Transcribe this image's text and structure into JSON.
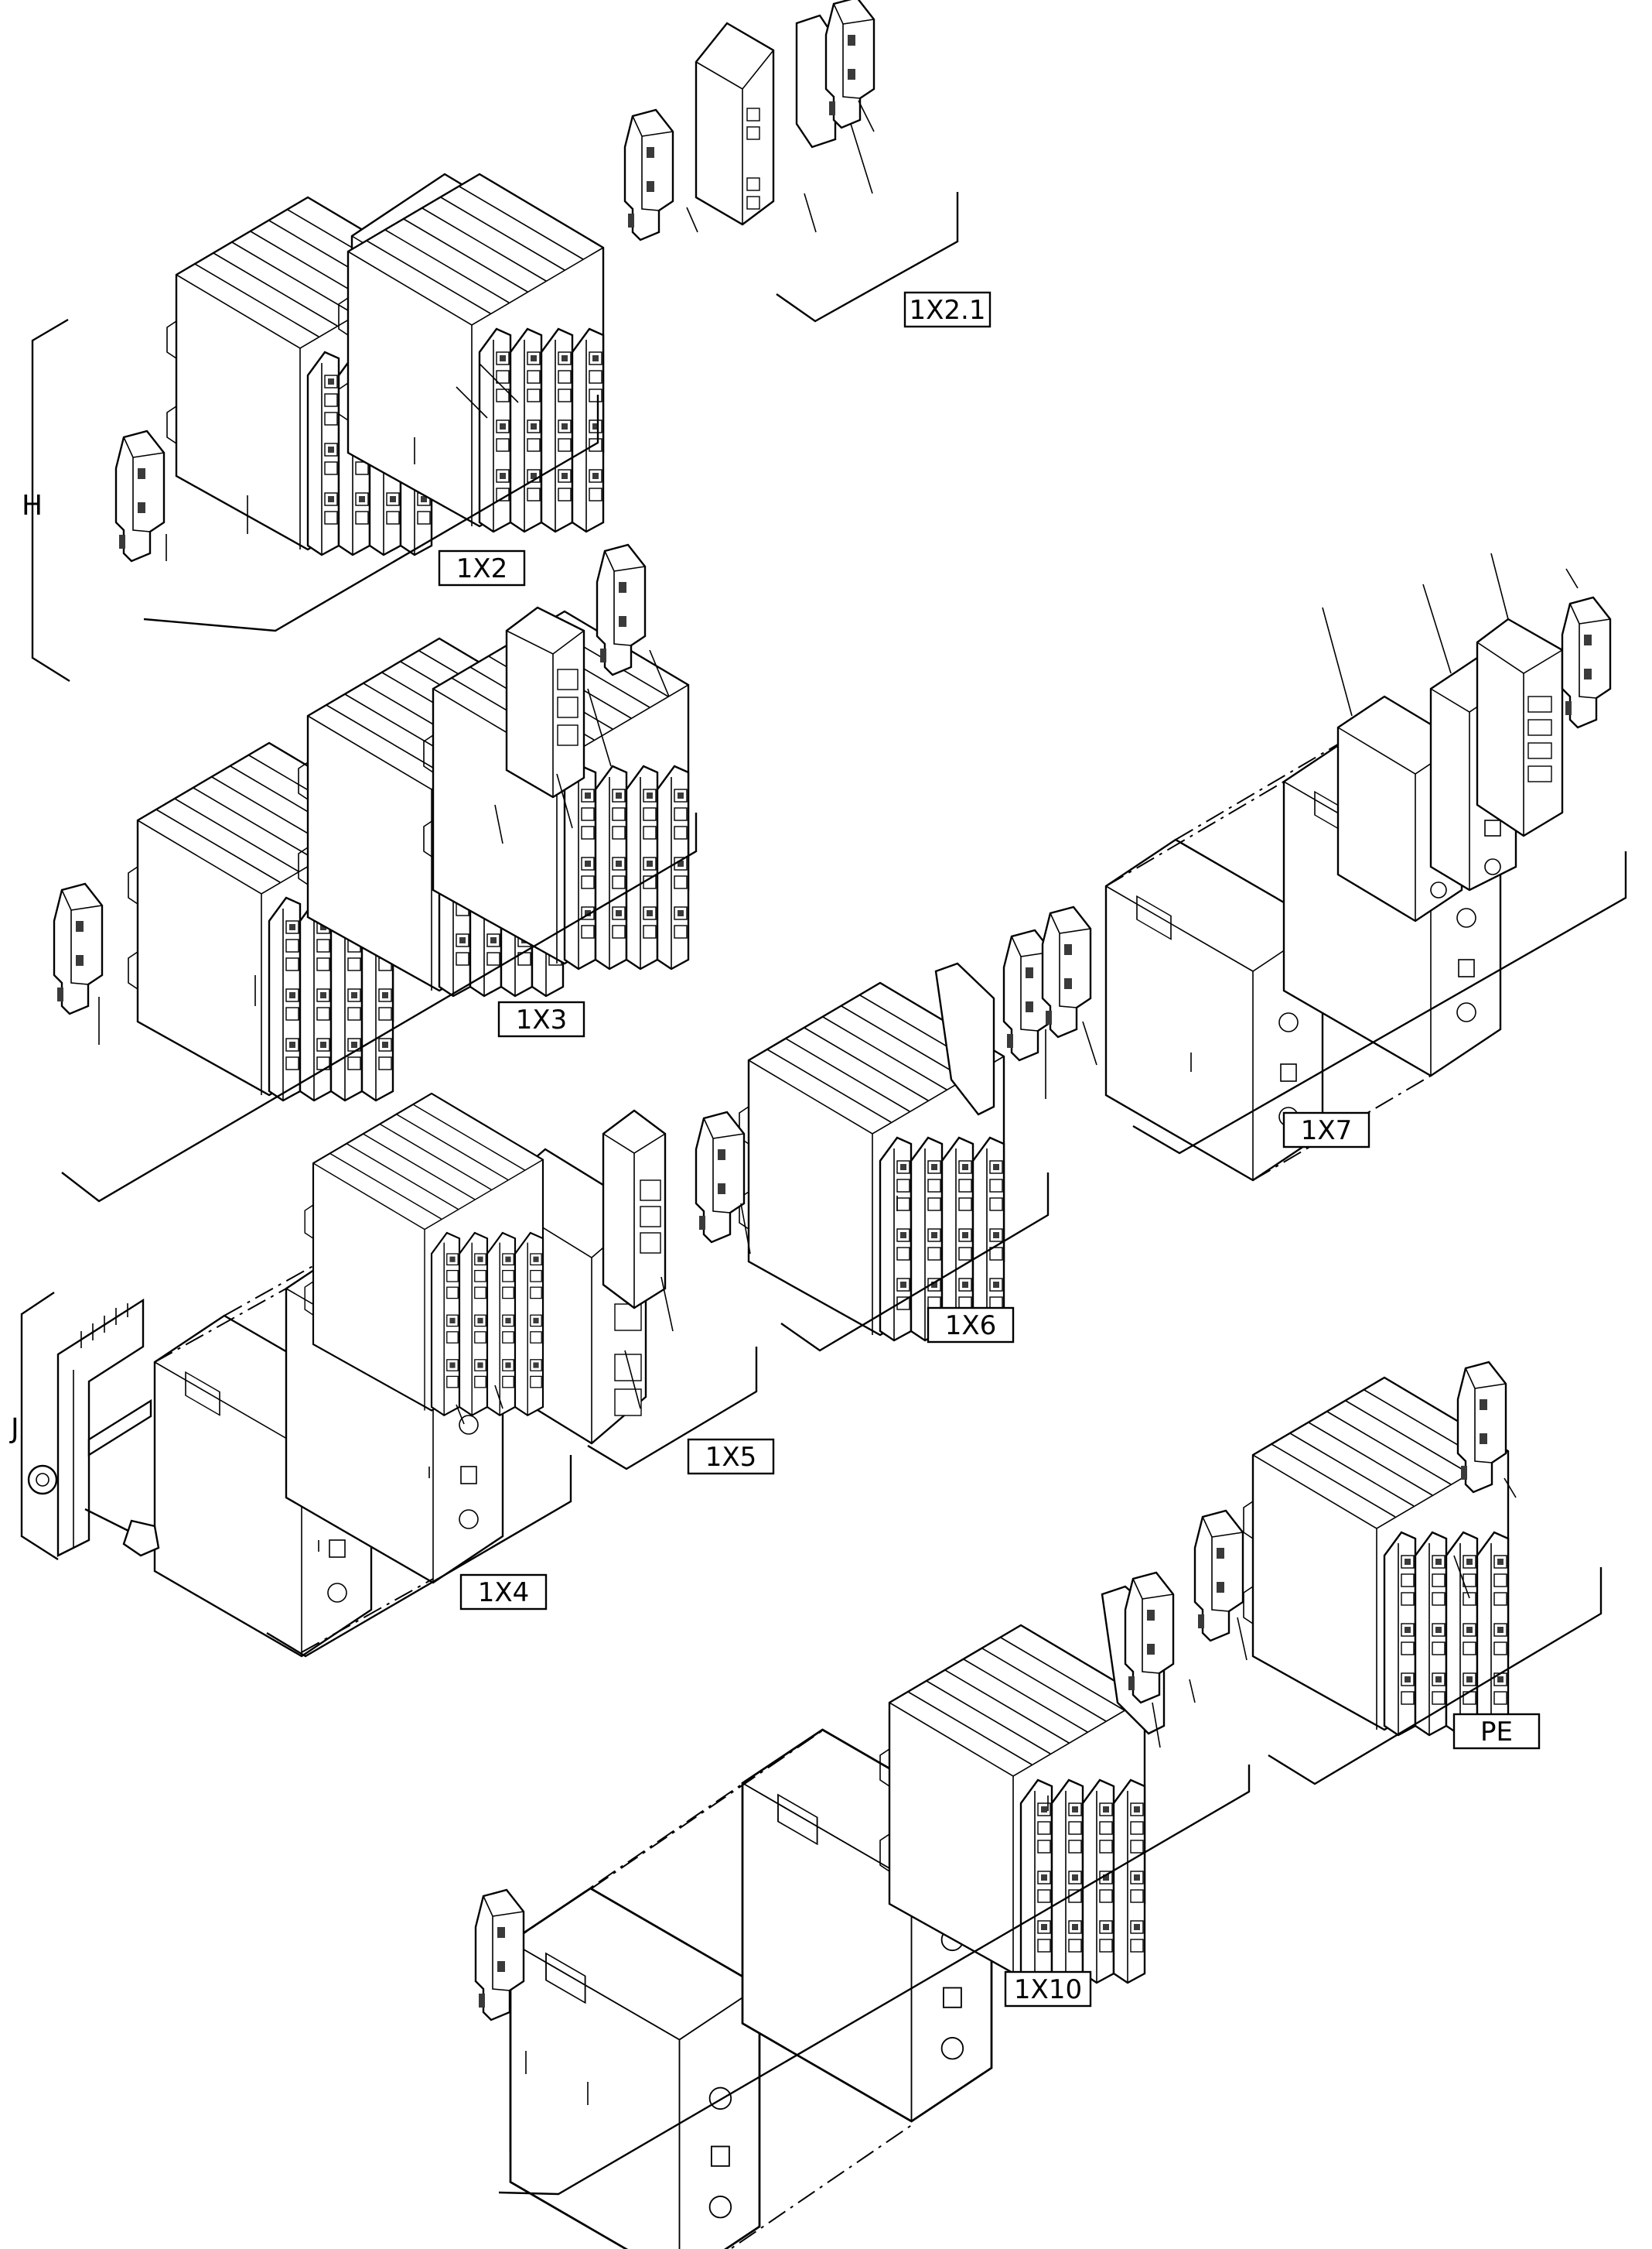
{
  "labels": {
    "g_1x2_1": "1X2.1",
    "g_1x2": "1X2",
    "g_1x3": "1X3",
    "g_1x4": "1X4",
    "g_1x5": "1X5",
    "g_1x6": "1X6",
    "g_1x7": "1X7",
    "g_1x10": "1X10",
    "g_pe": "PE"
  },
  "side_labels": {
    "h": "H",
    "j": "J"
  }
}
